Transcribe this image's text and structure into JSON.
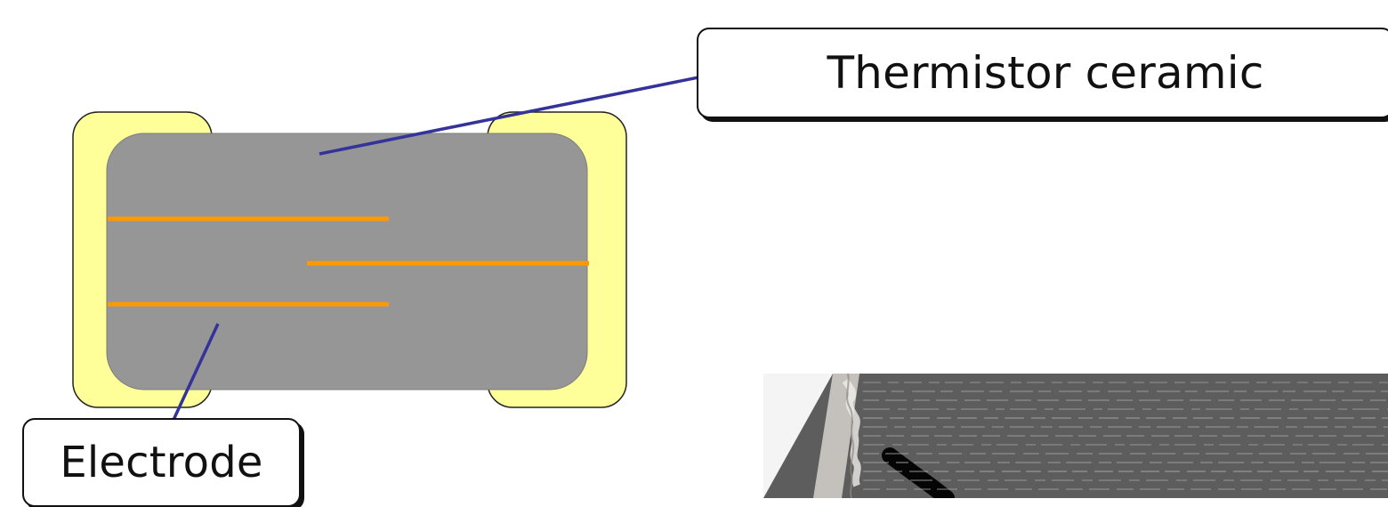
{
  "diagram": {
    "labels": {
      "thermistor_ceramic": "Thermistor ceramic",
      "electrode": "Electrode"
    },
    "colors": {
      "background": "#ffffff",
      "ceramic_body": "#969696",
      "end_termination": "#ffff99",
      "internal_electrode": "#ff9900",
      "leader_line": "#333399",
      "photo_background": "#5d5d5d",
      "photo_line": "#a4a4a4"
    },
    "photo_inset": {
      "description": "cross-section micrograph"
    }
  }
}
